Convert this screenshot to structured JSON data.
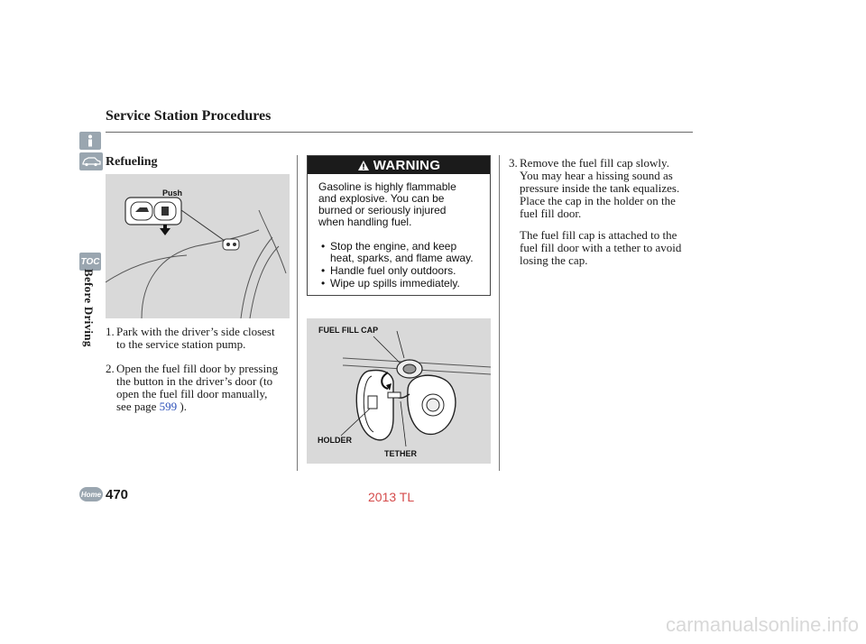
{
  "header": {
    "title": "Service Station Procedures"
  },
  "nav": {
    "side_label": "Before Driving",
    "toc_label": "TOC",
    "home_label": "Home",
    "info_icon": "info-icon",
    "car_icon": "car-icon"
  },
  "section": {
    "heading": "Refueling"
  },
  "figure_top": {
    "push_label": "Push"
  },
  "steps_left": [
    {
      "num": "1.",
      "lines": [
        "Park with the driver’s side closest",
        "to the service station pump."
      ]
    },
    {
      "num": "2.",
      "lines": [
        "Open the fuel fill door by pressing",
        "the button in the driver’s door (to",
        "open the fuel fill door manually,"
      ],
      "see_page_prefix": "see page",
      "see_page_link": "599",
      "see_page_suffix": ")."
    }
  ],
  "warning": {
    "heading": "WARNING",
    "intro": [
      "Gasoline is highly flammable",
      "and explosive. You can be",
      "burned or seriously injured",
      "when handling fuel."
    ],
    "bullets": [
      [
        "Stop the engine, and keep",
        "heat, sparks, and flame away."
      ],
      [
        "Handle fuel only outdoors."
      ],
      [
        "Wipe up spills immediately."
      ]
    ]
  },
  "figure_bottom": {
    "fuel_fill_cap_label": "FUEL FILL CAP",
    "holder_label": "HOLDER",
    "tether_label": "TETHER"
  },
  "step3": {
    "num": "3.",
    "lines": [
      "Remove the fuel fill cap slowly.",
      "You may hear a hissing sound as",
      "pressure inside the tank equalizes.",
      "Place the cap in the holder on the",
      "fuel fill door."
    ],
    "para2": [
      "The fuel fill cap is attached to the",
      "fuel fill door with a tether to avoid",
      "losing the cap."
    ]
  },
  "footer": {
    "page_number": "470",
    "model": "2013 TL"
  },
  "watermark": "carmanualsonline.info"
}
